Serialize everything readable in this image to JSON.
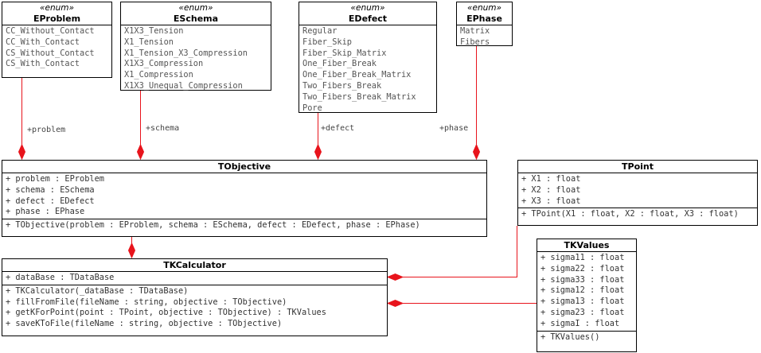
{
  "stereotype": "«enum»",
  "enums": {
    "eproblem": {
      "name": "EProblem",
      "values": [
        "CC_Without_Contact",
        "CC_With_Contact",
        "CS_Without_Contact",
        "CS_With_Contact"
      ]
    },
    "eschema": {
      "name": "ESchema",
      "values": [
        "X1X3_Tension",
        "X1_Tension",
        "X1_Tension_X3_Compression",
        "X1X3_Compression",
        "X1_Compression",
        "X1X3_Unequal_Compression"
      ]
    },
    "edefect": {
      "name": "EDefect",
      "values": [
        "Regular",
        "Fiber_Skip",
        "Fiber_Skip_Matrix",
        "One_Fiber_Break",
        "One_Fiber_Break_Matrix",
        "Two_Fibers_Break",
        "Two_Fibers_Break_Matrix",
        "Pore"
      ]
    },
    "ephase": {
      "name": "EPhase",
      "values": [
        "Matrix",
        "Fibers"
      ]
    }
  },
  "classes": {
    "tobjective": {
      "name": "TObjective",
      "attributes": [
        "+ problem : EProblem",
        "+ schema : ESchema",
        "+ defect : EDefect",
        "+ phase : EPhase"
      ],
      "operations": [
        "+ TObjective(problem : EProblem, schema : ESchema, defect : EDefect, phase : EPhase)"
      ]
    },
    "tpoint": {
      "name": "TPoint",
      "attributes": [
        "+ X1 : float",
        "+ X2 : float",
        "+ X3 : float"
      ],
      "operations": [
        "+ TPoint(X1 : float, X2 : float, X3 : float)"
      ]
    },
    "tkcalculator": {
      "name": "TKCalculator",
      "attributes": [
        "+ dataBase : TDataBase"
      ],
      "operations": [
        "+ TKCalculator(_dataBase : TDataBase)",
        "+ fillFromFile(fileName : string, objective : TObjective)",
        "+ getKForPoint(point : TPoint, objective : TObjective) : TKValues",
        "+ saveKToFile(fileName : string, objective : TObjective)"
      ]
    },
    "tkvalues": {
      "name": "TKValues",
      "attributes": [
        "+ sigma11 : float",
        "+ sigma22 : float",
        "+ sigma33 : float",
        "+ sigma12 : float",
        "+ sigma13 : float",
        "+ sigma23 : float",
        "+ sigmaI : float"
      ],
      "operations": [
        "+ TKValues()"
      ]
    }
  },
  "associations": {
    "problem": "+problem",
    "schema": "+schema",
    "defect": "+defect",
    "phase": "+phase"
  },
  "colors": {
    "association": "#e8141c",
    "border": "#000000",
    "text": "#333333"
  }
}
